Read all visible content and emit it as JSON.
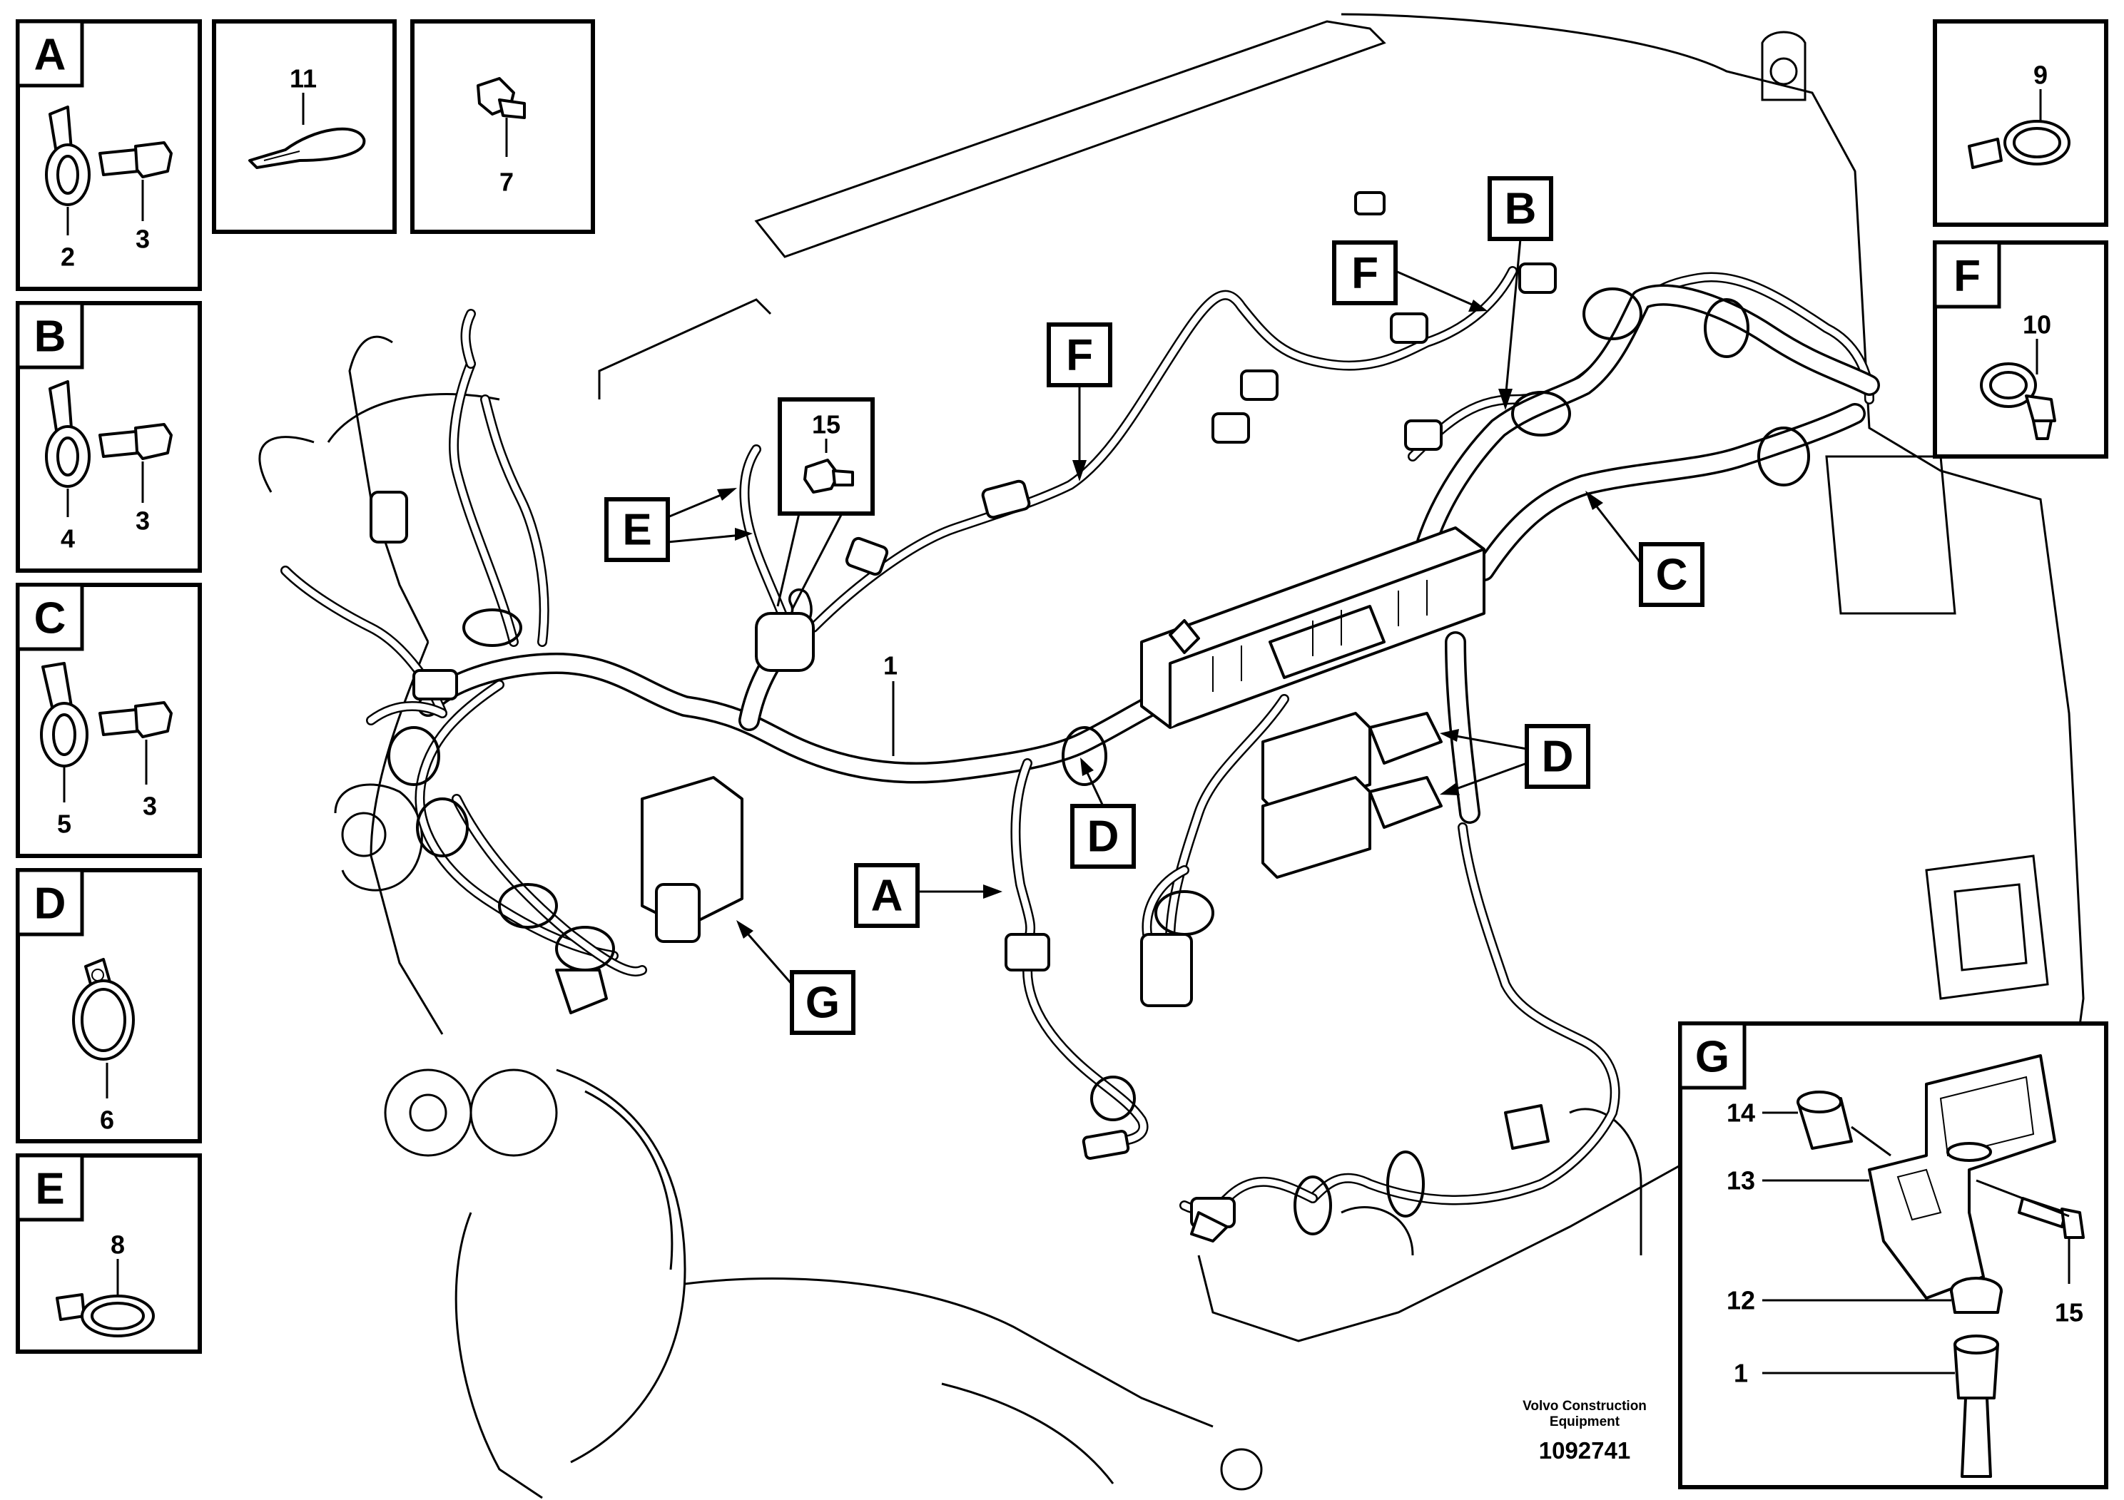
{
  "detail_boxes": {
    "A": {
      "letter": "A",
      "labels": [
        "2",
        "3"
      ]
    },
    "B": {
      "letter": "B",
      "labels": [
        "4",
        "3"
      ]
    },
    "C": {
      "letter": "C",
      "labels": [
        "5",
        "3"
      ]
    },
    "D": {
      "letter": "D",
      "labels": [
        "6"
      ]
    },
    "E": {
      "letter": "E",
      "labels": [
        "8"
      ]
    },
    "box11": {
      "labels": [
        "11"
      ]
    },
    "box7": {
      "labels": [
        "7"
      ]
    },
    "box9": {
      "labels": [
        "9"
      ]
    },
    "F": {
      "letter": "F",
      "labels": [
        "10"
      ]
    },
    "G": {
      "letter": "G",
      "labels": [
        "14",
        "13",
        "12",
        "15",
        "1"
      ]
    }
  },
  "callouts": {
    "B": "B",
    "F_top": "F",
    "F_mid": "F",
    "E": "E",
    "C": "C",
    "D_right": "D",
    "D_mid": "D",
    "A": "A",
    "G": "G"
  },
  "part_labels": {
    "harness": "1",
    "bolt": "15"
  },
  "credit": {
    "line1": "Volvo Construction",
    "line2": "Equipment",
    "doc_number": "1092741"
  }
}
